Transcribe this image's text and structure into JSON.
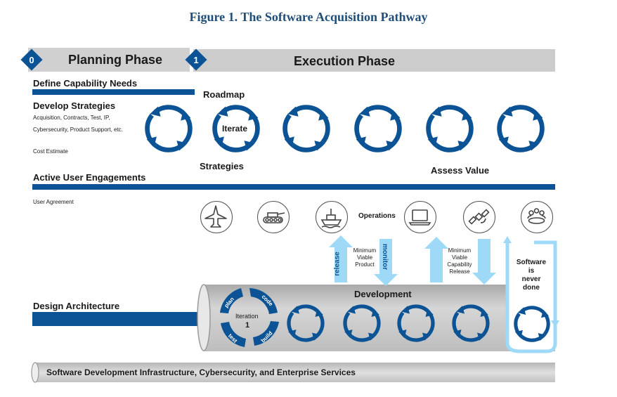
{
  "figure_title": "Figure 1.  The Software Acquisition Pathway",
  "phases": {
    "planning": {
      "number": "0",
      "label": "Planning Phase"
    },
    "execution": {
      "number": "1",
      "label": "Execution Phase"
    }
  },
  "left_labels": {
    "define_capability": "Define Capability Needs",
    "develop_strategies": "Develop Strategies",
    "strategies_detail_1": "Acquisition, Contracts, Test, IP,",
    "strategies_detail_2": "Cybersecurity, Product Support, etc.",
    "cost_estimate": "Cost Estimate",
    "active_user": "Active User Engagements",
    "user_agreement": "User Agreement",
    "design_architecture": "Design Architecture"
  },
  "cycle_labels": {
    "roadmap": "Roadmap",
    "iterate": "Iterate",
    "strategies": "Strategies",
    "assess_value": "Assess Value"
  },
  "operations": {
    "label": "Operations",
    "icons": [
      "fighter-jet-icon",
      "tank-icon",
      "ship-icon",
      "laptop-icon",
      "satellite-icon",
      "team-meeting-icon"
    ]
  },
  "flow": {
    "release": "release",
    "monitor": "monitor",
    "mvp_1": "Minimum",
    "mvp_2": "Viable",
    "mvp_3": "Product",
    "mvcr_1": "Minimum",
    "mvcr_2": "Viable",
    "mvcr_3": "Capability",
    "mvcr_4": "Release",
    "never_1": "Software",
    "never_2": "is",
    "never_3": "never",
    "never_4": "done"
  },
  "development": {
    "label": "Development",
    "iteration_label": "Iteration",
    "iteration_number": "1",
    "steps": [
      "plan",
      "code",
      "build",
      "test"
    ]
  },
  "infrastructure": "Software Development Infrastructure, Cybersecurity, and Enterprise Services",
  "colors": {
    "primary": "#0b5394",
    "light_blue": "#7ec8f0",
    "gray": "#c8c8c8"
  }
}
